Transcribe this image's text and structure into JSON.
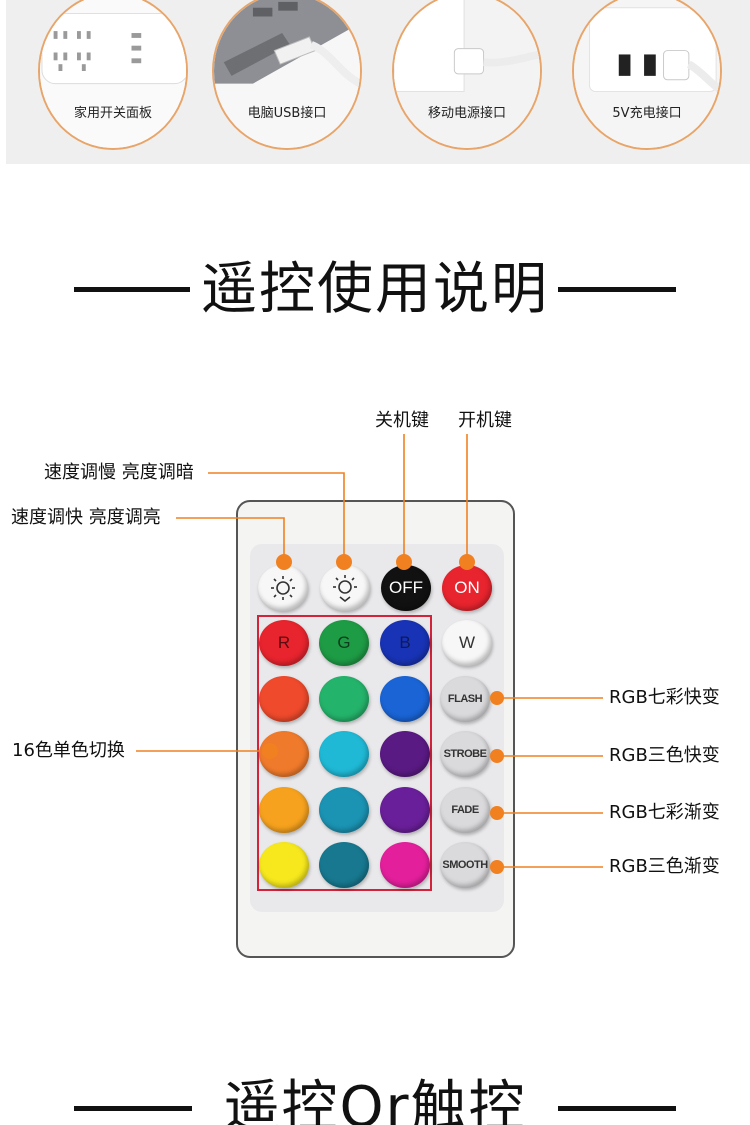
{
  "top_items": [
    {
      "caption": "家用开关面板",
      "photo": "power-strip-icon"
    },
    {
      "caption": "电脑USB接口",
      "photo": "laptop-usb-port-icon"
    },
    {
      "caption": "移动电源接口",
      "photo": "power-bank-usb-icon"
    },
    {
      "caption": "5V充电接口",
      "photo": "wall-charger-usb-icon"
    }
  ],
  "section1": {
    "title": "遥控使用说明"
  },
  "section2": {
    "title": "遥控Or触控"
  },
  "callouts": {
    "off_key": "关机键",
    "on_key": "开机键",
    "slow_dim": "速度调慢 亮度调暗",
    "fast_bright": "速度调快 亮度调亮",
    "color_switch": "16色单色切换",
    "flash": "RGB七彩快变",
    "strobe": "RGB三色快变",
    "fade": "RGB七彩渐变",
    "smooth": "RGB三色渐变"
  },
  "remote": {
    "top_row": [
      {
        "label": "",
        "icon": "brightness-up-icon",
        "color": "#f7f7f7"
      },
      {
        "label": "",
        "icon": "brightness-down-icon",
        "color": "#f7f7f7"
      },
      {
        "label": "OFF",
        "color": "#111111"
      },
      {
        "label": "ON",
        "color": "#e8242e"
      }
    ],
    "color_grid": [
      [
        "#e8242e",
        "#1e9b45",
        "#1833b5"
      ],
      [
        "#ef4a2c",
        "#24b36a",
        "#1a64d6"
      ],
      [
        "#f07a2b",
        "#1fb9d6",
        "#5a1a84"
      ],
      [
        "#f6a21e",
        "#1b93b3",
        "#6a1f9a"
      ],
      [
        "#f6e81d",
        "#17788f",
        "#e41f9c"
      ]
    ],
    "grid_letters": [
      "R",
      "G",
      "B"
    ],
    "side_buttons": [
      "W",
      "FLASH",
      "STROBE",
      "FADE",
      "SMOOTH"
    ]
  },
  "colors": {
    "accent": "#f08020",
    "frame": "#d3233a",
    "rule": "#111111"
  }
}
